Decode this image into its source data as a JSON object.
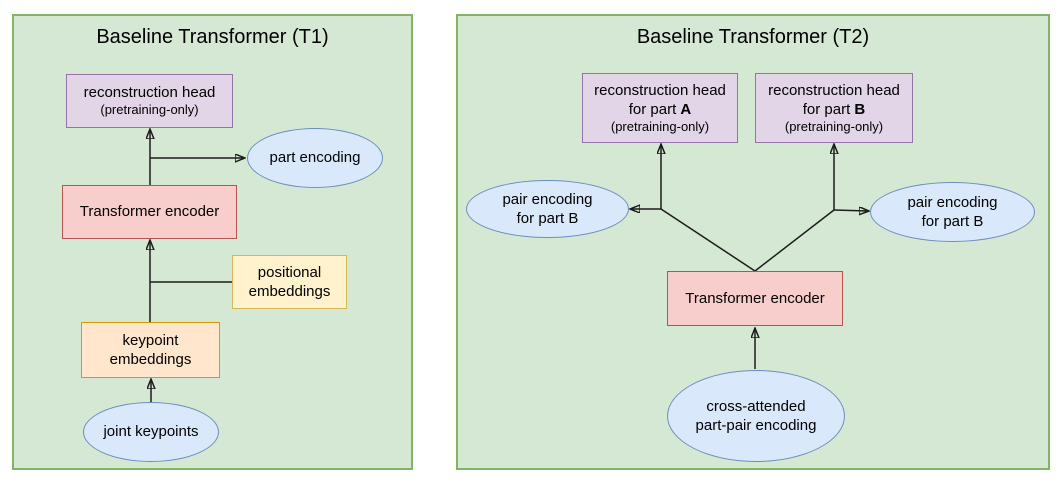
{
  "colors": {
    "panel_fill": "#d5e8d4",
    "panel_border": "#82b366",
    "reconstruction_head_fill": "#e1d5e7",
    "reconstruction_head_border": "#9673a6",
    "encoder_fill": "#f8cecc",
    "encoder_border": "#b85450",
    "positional_fill": "#fff2cc",
    "positional_border": "#d6b656",
    "keypoint_fill": "#ffe6cc",
    "keypoint_border": "#d79b00",
    "ellipse_fill": "#dae8fc",
    "ellipse_border": "#6c8ebf",
    "edge_line": "#1c1c1c"
  },
  "t1": {
    "title": "Baseline Transformer (T1)",
    "reconstruction_head": {
      "label": "reconstruction head",
      "sub": "(pretraining-only)"
    },
    "part_encoding": {
      "label": "part encoding"
    },
    "transformer_encoder": {
      "label": "Transformer encoder"
    },
    "positional_embeddings": {
      "label": "positional\nembeddings"
    },
    "keypoint_embeddings": {
      "label": "keypoint\nembeddings"
    },
    "joint_keypoints": {
      "label": "joint keypoints"
    }
  },
  "t2": {
    "title": "Baseline Transformer (T2)",
    "head_a": {
      "line1": "reconstruction head",
      "line2_prefix": "for part ",
      "part_letter": "A",
      "sub": "(pretraining-only)"
    },
    "head_b": {
      "line1": "reconstruction head",
      "line2_prefix": "for part ",
      "part_letter": "B",
      "sub": "(pretraining-only)"
    },
    "pair_encoding_left": {
      "label": "pair encoding\nfor part B"
    },
    "pair_encoding_right": {
      "label": "pair encoding\nfor part B"
    },
    "transformer_encoder": {
      "label": "Transformer encoder"
    },
    "cross_attended": {
      "label": "cross-attended\npart-pair encoding"
    }
  }
}
